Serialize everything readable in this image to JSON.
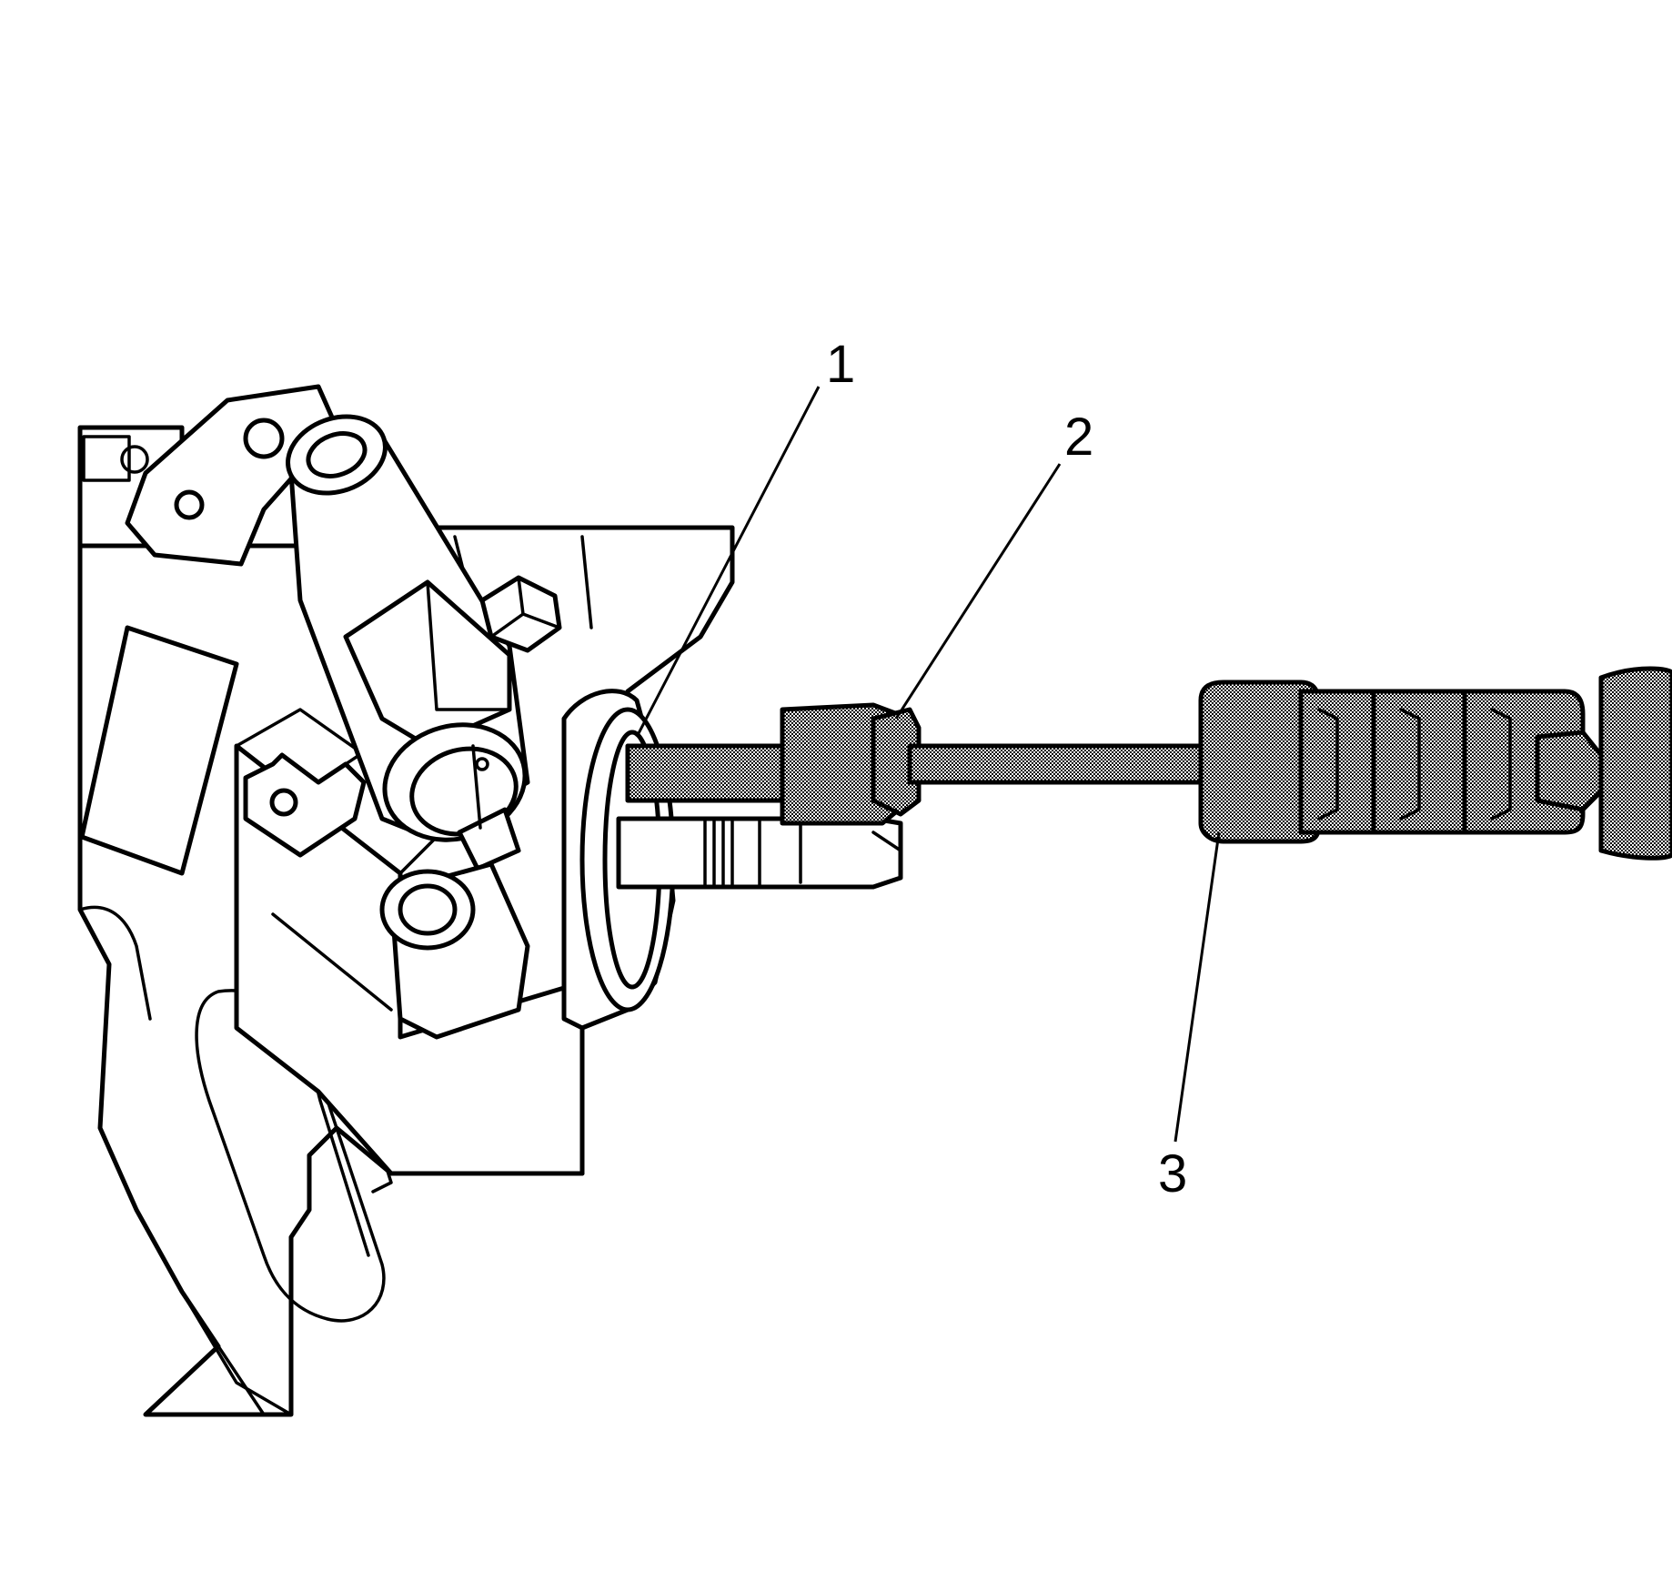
{
  "callouts": [
    {
      "id": "1",
      "label": "1"
    },
    {
      "id": "2",
      "label": "2"
    },
    {
      "id": "3",
      "label": "3"
    }
  ],
  "colors": {
    "ink": "#000000",
    "paper": "#ffffff",
    "shade": "#8c8c8c"
  }
}
